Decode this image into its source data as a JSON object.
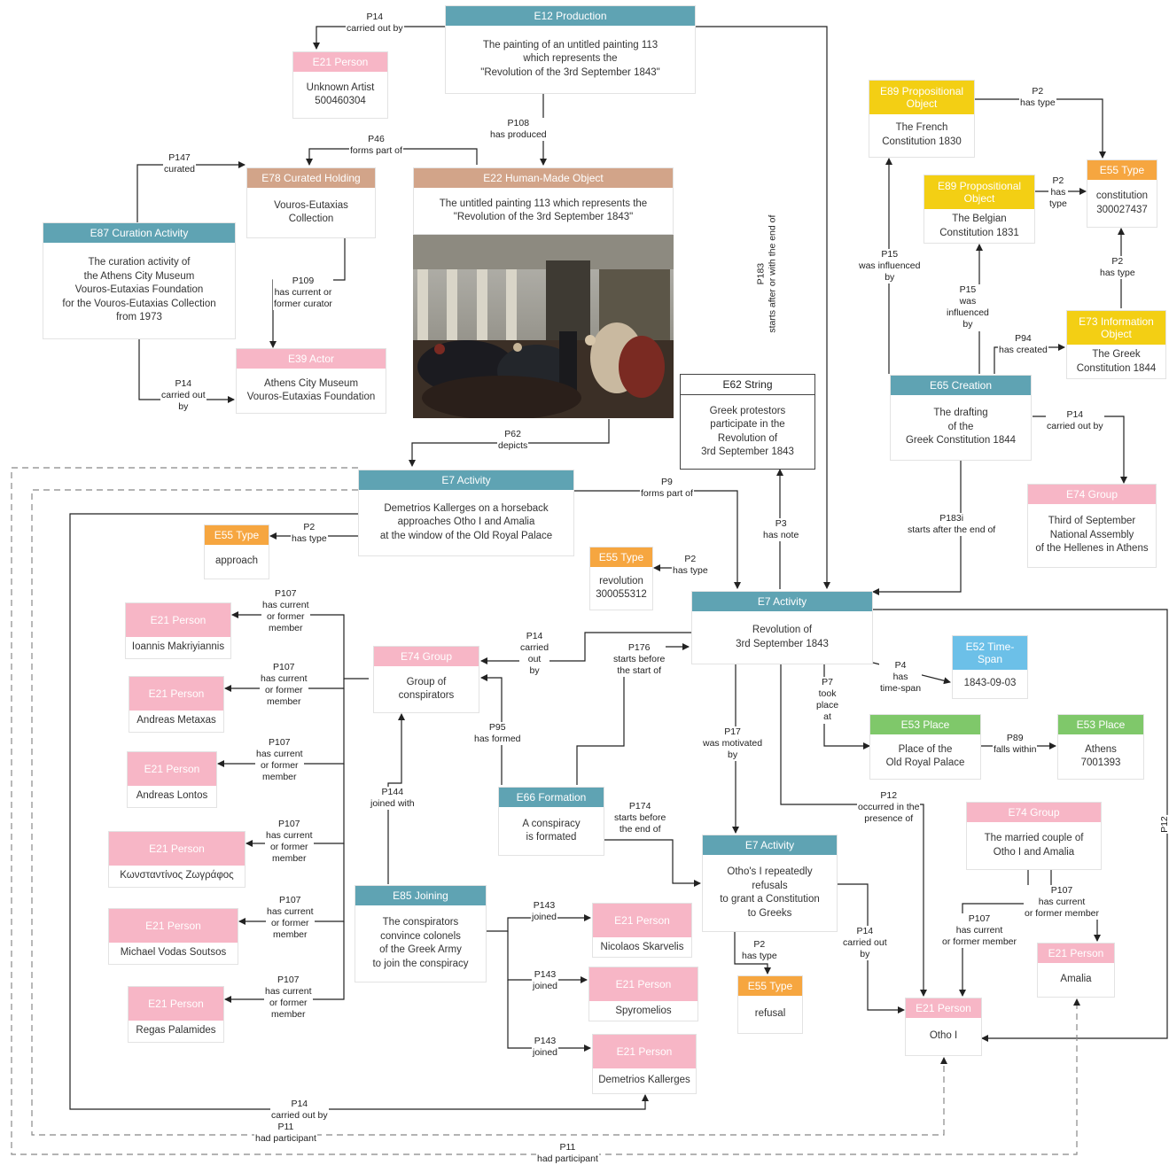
{
  "colors": {
    "teal": "#5fa3b3",
    "tan": "#d2a489",
    "pink": "#f7b6c6",
    "orange": "#f6a640",
    "yellow": "#f3cf14",
    "green": "#7fc86a",
    "blue": "#6cc0e8",
    "line": "#222222",
    "dash": "#888888"
  },
  "nodes": [
    {
      "id": "e12",
      "head": "E12 Production",
      "body": "The painting of an untitled painting 113\nwhich represents the\n\"Revolution of the 3rd September 1843\"",
      "color": "teal"
    },
    {
      "id": "e21-unknown",
      "head": "E21 Person",
      "body": "Unknown Artist\n500460304",
      "color": "pink"
    },
    {
      "id": "e78",
      "head": "E78 Curated Holding",
      "body": "Vouros-Eutaxias\nCollection",
      "color": "tan"
    },
    {
      "id": "e22",
      "head": "E22 Human-Made Object",
      "body": "The untitled painting 113 which represents the\n\"Revolution of the 3rd September 1843\"",
      "color": "tan"
    },
    {
      "id": "e87",
      "head": "E87 Curation Activity",
      "body": "The curation activity of\nthe Athens City Museum\nVouros-Eutaxias Foundation\nfor the Vouros-Eutaxias Collection\nfrom 1973",
      "color": "teal"
    },
    {
      "id": "e39",
      "head": "E39 Actor",
      "body": "Athens City Museum\nVouros-Eutaxias Foundation",
      "color": "pink"
    },
    {
      "id": "e62",
      "head": "E62 String",
      "body": "Greek protestors\nparticipate in the\nRevolution of\n3rd September 1843",
      "color": "white"
    },
    {
      "id": "e89-french",
      "head": "E89 Propositional\nObject",
      "body": "The French\nConstitution 1830",
      "color": "yellow"
    },
    {
      "id": "e89-belgian",
      "head": "E89 Propositional\nObject",
      "body": "The Belgian\nConstitution 1831",
      "color": "yellow"
    },
    {
      "id": "e55-constitution",
      "head": "E55 Type",
      "body": "constitution\n300027437",
      "color": "orange"
    },
    {
      "id": "e73",
      "head": "E73 Information\nObject",
      "body": "The Greek\nConstitution 1844",
      "color": "yellow"
    },
    {
      "id": "e65",
      "head": "E65 Creation",
      "body": "The drafting\nof the\nGreek Constitution 1844",
      "color": "teal"
    },
    {
      "id": "e74-third",
      "head": "E74 Group",
      "body": "Third of September\nNational Assembly\nof the Hellenes in Athens",
      "color": "pink"
    },
    {
      "id": "e7-approach",
      "head": "E7 Activity",
      "body": "Demetrios Kallerges on a horseback\napproaches Otho I and Amalia\nat the window of the Old Royal Palace",
      "color": "teal"
    },
    {
      "id": "e55-approach",
      "head": "E55 Type",
      "body": "approach",
      "color": "orange"
    },
    {
      "id": "e55-revolution",
      "head": "E55 Type",
      "body": "revolution\n300055312",
      "color": "orange"
    },
    {
      "id": "e7-revolution",
      "head": "E7 Activity",
      "body": "Revolution of\n3rd September 1843",
      "color": "teal"
    },
    {
      "id": "e52",
      "head": "E52 Time-\nSpan",
      "body": "1843-09-03",
      "color": "blue"
    },
    {
      "id": "e53-palace",
      "head": "E53 Place",
      "body": "Place of the\nOld Royal Palace",
      "color": "green"
    },
    {
      "id": "e53-athens",
      "head": "E53 Place",
      "body": "Athens\n7001393",
      "color": "green"
    },
    {
      "id": "e74-conspirators",
      "head": "E74 Group",
      "body": "Group of\nconspirators",
      "color": "pink"
    },
    {
      "id": "p-makriyannis",
      "head": "E21\nPerson",
      "body": "Ioannis Makriyiannis",
      "color": "pink"
    },
    {
      "id": "p-metaxas",
      "head": "E21\nPerson",
      "body": "Andreas Metaxas",
      "color": "pink"
    },
    {
      "id": "p-lontos",
      "head": "E21\nPerson",
      "body": "Andreas Lontos",
      "color": "pink"
    },
    {
      "id": "p-zografos",
      "head": "E21\nPerson",
      "body": "Κωνσταντίνος Ζωγράφος",
      "color": "pink"
    },
    {
      "id": "p-soutsos",
      "head": "E21\nPerson",
      "body": "Michael Vodas Soutsos",
      "color": "pink"
    },
    {
      "id": "p-palamides",
      "head": "E21\nPerson",
      "body": "Regas Palamides",
      "color": "pink"
    },
    {
      "id": "e66",
      "head": "E66 Formation",
      "body": "A conspiracy\nis formated",
      "color": "teal"
    },
    {
      "id": "e85",
      "head": "E85 Joining",
      "body": "The conspirators\nconvince colonels\nof the Greek Army\nto join the conspiracy",
      "color": "teal"
    },
    {
      "id": "p-skarvelis",
      "head": "E21\nPerson",
      "body": "Nicolaos Skarvelis",
      "color": "pink"
    },
    {
      "id": "p-spyromelios",
      "head": "E21\nPerson",
      "body": "Spyromelios",
      "color": "pink"
    },
    {
      "id": "p-kallerges",
      "head": "E21\nPerson",
      "body": "Demetrios Kallerges",
      "color": "pink"
    },
    {
      "id": "e7-refusal",
      "head": "E7 Activity",
      "body": "Otho's I repeatedly\nrefusals\nto grant a Constitution\nto Greeks",
      "color": "teal"
    },
    {
      "id": "e55-refusal",
      "head": "E55 Type",
      "body": "refusal",
      "color": "orange"
    },
    {
      "id": "e74-couple",
      "head": "E74 Group",
      "body": "The married couple of\nOtho I and Amalia",
      "color": "pink"
    },
    {
      "id": "p-amalia",
      "head": "E21 Person",
      "body": "Amalia",
      "color": "pink"
    },
    {
      "id": "p-otho",
      "head": "E21 Person",
      "body": "Otho I",
      "color": "pink"
    }
  ],
  "edge_labels": [
    {
      "id": "l-p14-unknown",
      "text": "P14\ncarried out by"
    },
    {
      "id": "l-p108",
      "text": "P108\nhas produced"
    },
    {
      "id": "l-p46",
      "text": "P46\nforms part of"
    },
    {
      "id": "l-p147",
      "text": "P147\ncurated"
    },
    {
      "id": "l-p109",
      "text": "P109\nhas current or\nformer curator"
    },
    {
      "id": "l-p14-curation",
      "text": "P14\ncarried out\nby"
    },
    {
      "id": "l-p183",
      "text": "P183\nstarts after or with the end of"
    },
    {
      "id": "l-p2-french",
      "text": "P2\nhas type"
    },
    {
      "id": "l-p2-belgian",
      "text": "P2\nhas\ntype"
    },
    {
      "id": "l-p2-greek",
      "text": "P2\nhas type"
    },
    {
      "id": "l-p15-french",
      "text": "P15\nwas influenced\nby"
    },
    {
      "id": "l-p15-belgian",
      "text": "P15\nwas\ninfluenced\nby"
    },
    {
      "id": "l-p94",
      "text": "P94\nhas created"
    },
    {
      "id": "l-p14-creation",
      "text": "P14\ncarried out by"
    },
    {
      "id": "l-p183i",
      "text": "P183i\nstarts after the end of"
    },
    {
      "id": "l-p62",
      "text": "P62\ndepicts"
    },
    {
      "id": "l-p9",
      "text": "P9\nforms part of"
    },
    {
      "id": "l-p3",
      "text": "P3\nhas note"
    },
    {
      "id": "l-p2-approach",
      "text": "P2\nhas type"
    },
    {
      "id": "l-p2-revolution",
      "text": "P2\nhas type"
    },
    {
      "id": "l-p107-a",
      "text": "P107\nhas current\nor former\nmember"
    },
    {
      "id": "l-p107-b",
      "text": "P107\nhas current\nor former\nmember"
    },
    {
      "id": "l-p107-c",
      "text": "P107\nhas current\nor former\nmember"
    },
    {
      "id": "l-p107-d",
      "text": "P107\nhas current\nor former\nmember"
    },
    {
      "id": "l-p107-e",
      "text": "P107\nhas current\nor former\nmember"
    },
    {
      "id": "l-p107-f",
      "text": "P107\nhas current\nor former\nmember"
    },
    {
      "id": "l-p14-conspirators",
      "text": "P14\ncarried\nout\nby"
    },
    {
      "id": "l-p176",
      "text": "P176\nstarts before\nthe start of"
    },
    {
      "id": "l-p4",
      "text": "P4\nhas\ntime-span"
    },
    {
      "id": "l-p7",
      "text": "P7\ntook\nplace\nat"
    },
    {
      "id": "l-p89",
      "text": "P89\nfalls within"
    },
    {
      "id": "l-p95",
      "text": "P95\nhas formed"
    },
    {
      "id": "l-p17",
      "text": "P17\nwas motivated\nby"
    },
    {
      "id": "l-p144",
      "text": "P144\njoined with"
    },
    {
      "id": "l-p174",
      "text": "P174\nstarts before\nthe end of"
    },
    {
      "id": "l-p12-couple",
      "text": "P12\noccurred in the\npresence of"
    },
    {
      "id": "l-p12-right",
      "text": "P12"
    },
    {
      "id": "l-p143-a",
      "text": "P143\njoined"
    },
    {
      "id": "l-p143-b",
      "text": "P143\njoined"
    },
    {
      "id": "l-p143-c",
      "text": "P143\njoined"
    },
    {
      "id": "l-p2-refusal",
      "text": "P2\nhas type"
    },
    {
      "id": "l-p14-refusal",
      "text": "P14\ncarried out\nby"
    },
    {
      "id": "l-p107-otho",
      "text": "P107\nhas current\nor former member"
    },
    {
      "id": "l-p107-amalia",
      "text": "P107\nhas current\nor former member"
    },
    {
      "id": "l-p14-kallerges",
      "text": "P14\ncarried out by"
    },
    {
      "id": "l-p11-a",
      "text": "P11\nhad participant"
    },
    {
      "id": "l-p11-b",
      "text": "P11\nhad participant"
    }
  ],
  "image": {
    "name": "painting-revolution-3-september-1843"
  }
}
